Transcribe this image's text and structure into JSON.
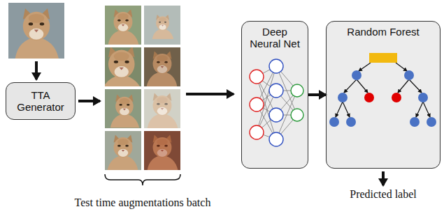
{
  "diagram": {
    "nodes": [
      {
        "text": [
          "TTA Generator"
        ]
      },
      {
        "text": [
          "Deep Neural Net"
        ]
      },
      {
        "text": [
          "Random Forest"
        ]
      }
    ],
    "edges": [
      {
        "from": 1,
        "to": 2,
        "arrow": "to"
      }
    ],
    "labels": [
      "Test time augmentations batch",
      "Predicted label"
    ]
  }
}
